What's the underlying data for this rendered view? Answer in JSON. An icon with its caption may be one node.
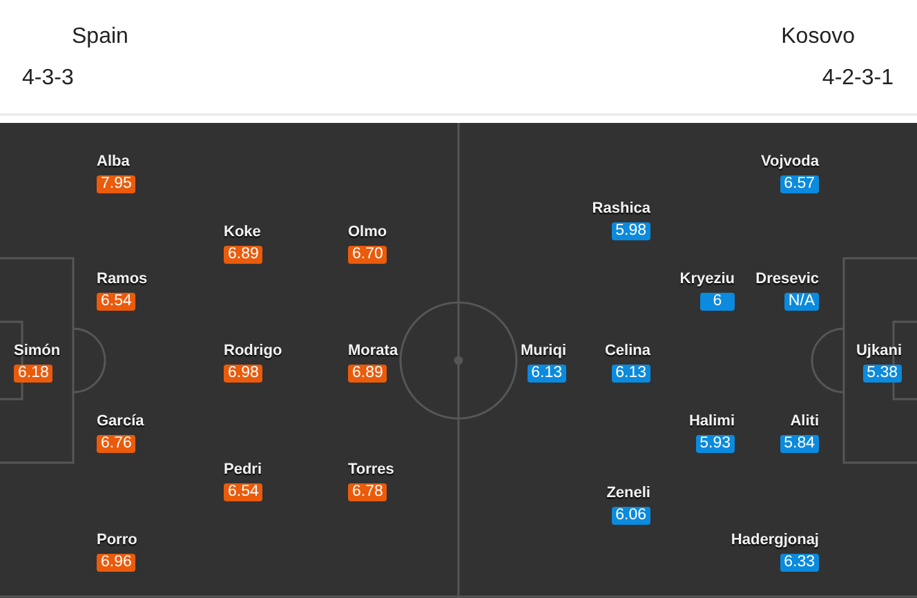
{
  "diagram": {
    "nodes": [
      {
        "text": [
          "Simón",
          "6.18"
        ]
      },
      {
        "text": [
          "Alba",
          "7.95"
        ]
      },
      {
        "text": [
          "Ramos",
          "6.54"
        ]
      },
      {
        "text": [
          "García",
          "6.76"
        ]
      },
      {
        "text": [
          "Porro",
          "6.96"
        ]
      },
      {
        "text": [
          "Koke",
          "6.89"
        ]
      },
      {
        "text": [
          "Rodrigo",
          "6.98"
        ]
      },
      {
        "text": [
          "Pedri",
          "6.54"
        ]
      },
      {
        "text": [
          "Olmo",
          "6.70"
        ]
      },
      {
        "text": [
          "Morata",
          "6.89"
        ]
      },
      {
        "text": [
          "Torres",
          "6.78"
        ]
      },
      {
        "text": [
          "Muriqi",
          "6.13"
        ]
      },
      {
        "text": [
          "Rashica",
          "5.98"
        ]
      },
      {
        "text": [
          "Celina",
          "6.13"
        ]
      },
      {
        "text": [
          "Zeneli",
          "6.06"
        ]
      },
      {
        "text": [
          "Kryeziu",
          "6"
        ]
      },
      {
        "text": [
          "Halimi",
          "5.93"
        ]
      },
      {
        "text": [
          "Vojvoda",
          "6.57"
        ]
      },
      {
        "text": [
          "Dresevic",
          "N/A"
        ]
      },
      {
        "text": [
          "Aliti",
          "5.84"
        ]
      },
      {
        "text": [
          "Hadergjonaj",
          "6.33"
        ]
      },
      {
        "text": [
          "Ujkani",
          "5.38"
        ]
      }
    ],
    "labels": [
      "Spain",
      "Kosovo",
      "4-3-3",
      "4-2-3-1"
    ]
  }
}
